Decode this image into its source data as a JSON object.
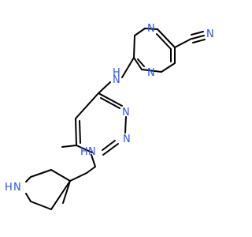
{
  "molecule": {
    "colors": {
      "bond": "#000000",
      "nitrogen": "#3050F8",
      "background": "#FFFFFF"
    },
    "atom_labels": {
      "nitrile_n": "N",
      "pyrazine_n_top": "N",
      "pyrazine_n_bottom": "N",
      "amine_nh_top": "H",
      "amine_nh_top_n": "N",
      "pyrimidine_n_right": "N",
      "pyrimidine_n_bottom": "N",
      "amine_nh_bottom_h": "H",
      "amine_nh_bottom_n": "N",
      "piperidine_h": "H",
      "piperidine_n": "N"
    }
  }
}
